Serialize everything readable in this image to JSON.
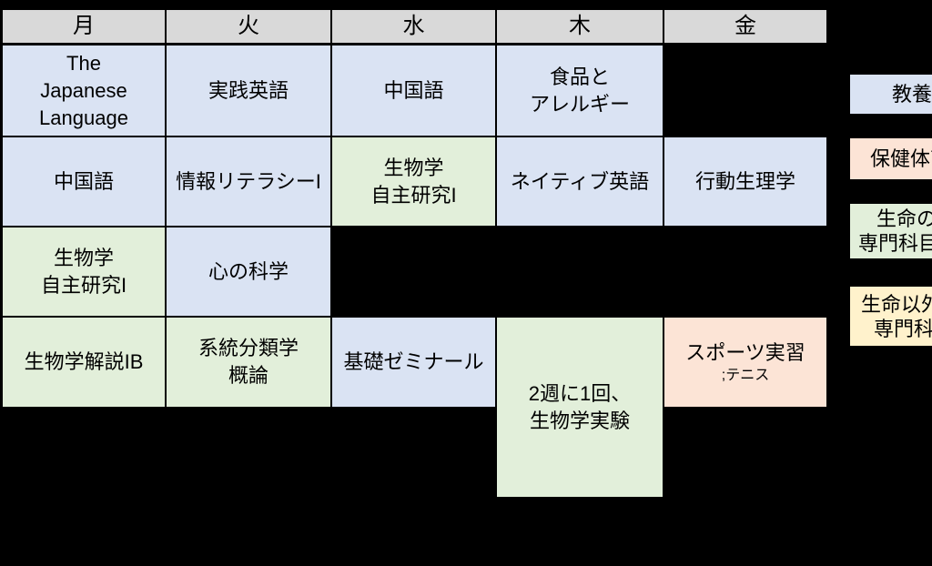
{
  "colors": {
    "background": "#000000",
    "border": "#000000",
    "day_header_fill": "#d9d9d9",
    "category_general_education": "#dae3f3",
    "category_health_pe": "#fce4d6",
    "category_life_science_major": "#e2efda",
    "category_non_life_major": "#fff2cc"
  },
  "timetable": {
    "days": [
      "月",
      "火",
      "水",
      "木",
      "金"
    ],
    "cells": [
      {
        "text": "The\nJapanese\nLanguage",
        "category": "general"
      },
      {
        "text": "実践英語",
        "category": "general"
      },
      {
        "text": "中国語",
        "category": "general"
      },
      {
        "text": "食品と\nアレルギー",
        "category": "general"
      },
      {
        "text": "中国語",
        "category": "general"
      },
      {
        "text": "情報リテラシーI",
        "category": "general"
      },
      {
        "text": "生物学\n自主研究I",
        "category": "life"
      },
      {
        "text": "ネイティブ英語",
        "category": "general"
      },
      {
        "text": "行動生理学",
        "category": "general"
      },
      {
        "text": "生物学\n自主研究I",
        "category": "life"
      },
      {
        "text": "心の科学",
        "category": "general"
      },
      {
        "text": "生物学解説IB",
        "category": "life"
      },
      {
        "text": "系統分類学\n概論",
        "category": "life"
      },
      {
        "text": "基礎ゼミナール",
        "category": "general"
      },
      {
        "text": "2週に1回、\n生物学実験",
        "category": "life"
      },
      {
        "text": "スポーツ実習",
        "sub": ";テニス",
        "category": "health"
      }
    ]
  },
  "legend": {
    "items": [
      {
        "category": "general",
        "lines": [
          "教養科目"
        ]
      },
      {
        "category": "health",
        "lines": [
          "保健体育"
        ]
      },
      {
        "category": "life",
        "lines": [
          "生命の",
          "専門科目"
        ]
      },
      {
        "category": "nonlife",
        "lines": [
          "生命以外の",
          "専門科目"
        ]
      }
    ]
  }
}
